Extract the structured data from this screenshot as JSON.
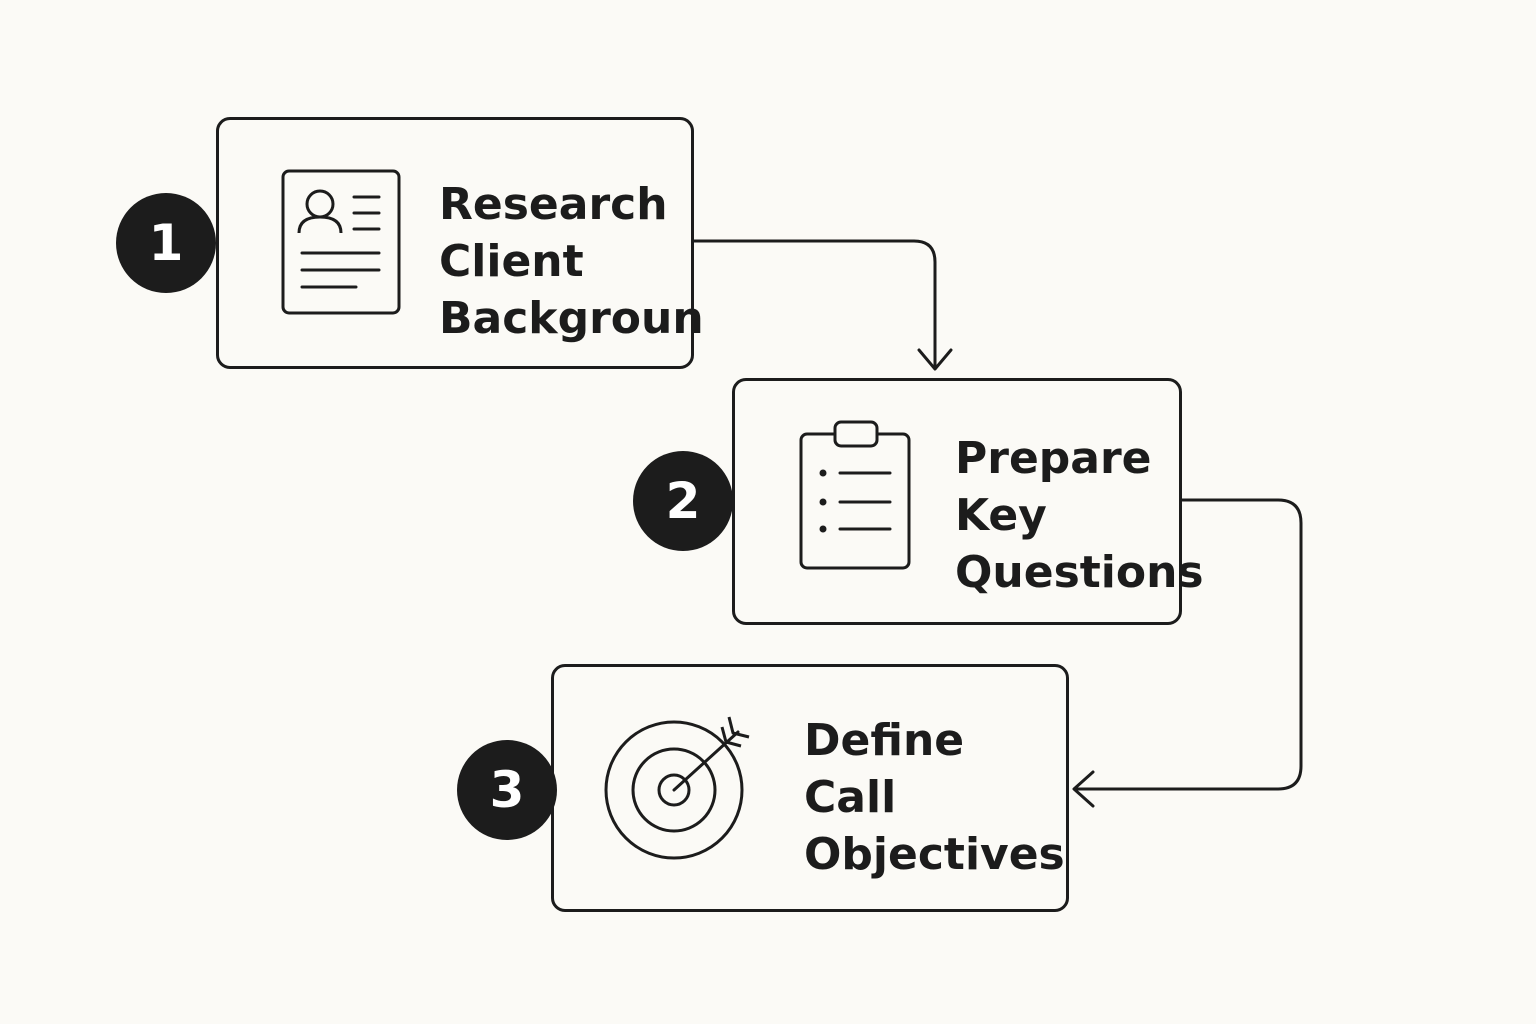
{
  "diagram": {
    "steps": [
      {
        "number": "1",
        "label_lines": [
          "Research",
          "Client",
          "Backgroun"
        ],
        "icon": "profile-document-icon"
      },
      {
        "number": "2",
        "label_lines": [
          "Prepare",
          "Key",
          "Questions"
        ],
        "icon": "clipboard-checklist-icon"
      },
      {
        "number": "3",
        "label_lines": [
          "Define",
          "Call",
          "Objectives"
        ],
        "icon": "target-arrow-icon"
      }
    ],
    "colors": {
      "background": "#fbfaf6",
      "stroke": "#1c1c1c",
      "badge_fill": "#1c1c1c",
      "badge_text": "#ffffff"
    }
  }
}
